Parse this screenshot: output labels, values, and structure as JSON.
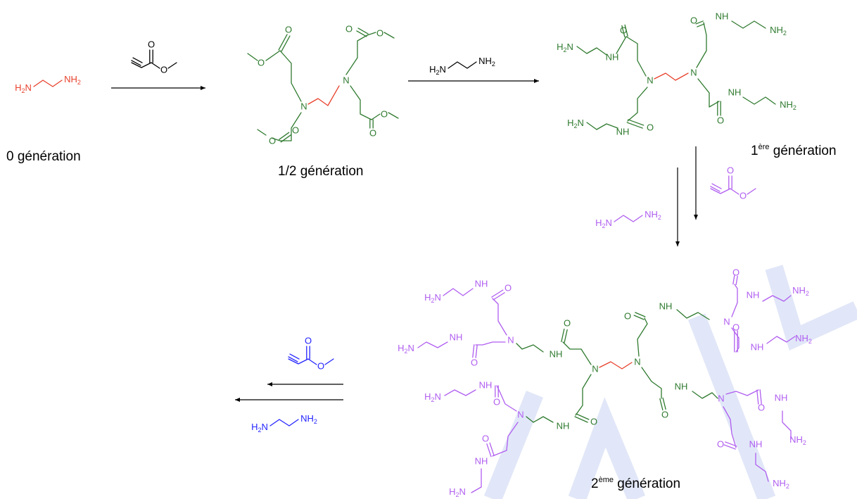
{
  "colors": {
    "core": "#e8412c",
    "half": "#2f7a2f",
    "gen1": "#2f7a2f",
    "gen2": "#b05ef0",
    "final": "#2424ff",
    "black": "#000000",
    "watermark": "#c9d3f2"
  },
  "labels": {
    "gen0": "0 génération",
    "half": "1/2 génération",
    "gen1_num": "1",
    "gen1_sup": "ère",
    "gen1_rest": " génération",
    "gen2_num": "2",
    "gen2_sup": "ème",
    "gen2_rest": " génération"
  },
  "atoms": {
    "H2N": "H2N",
    "NH2": "NH2",
    "N": "N",
    "O": "O",
    "H": "H",
    "NH": "NH",
    "sub2": "2"
  },
  "reagents": {
    "acrylate": "methyl acrylate",
    "eda": "ethylenediamine"
  }
}
